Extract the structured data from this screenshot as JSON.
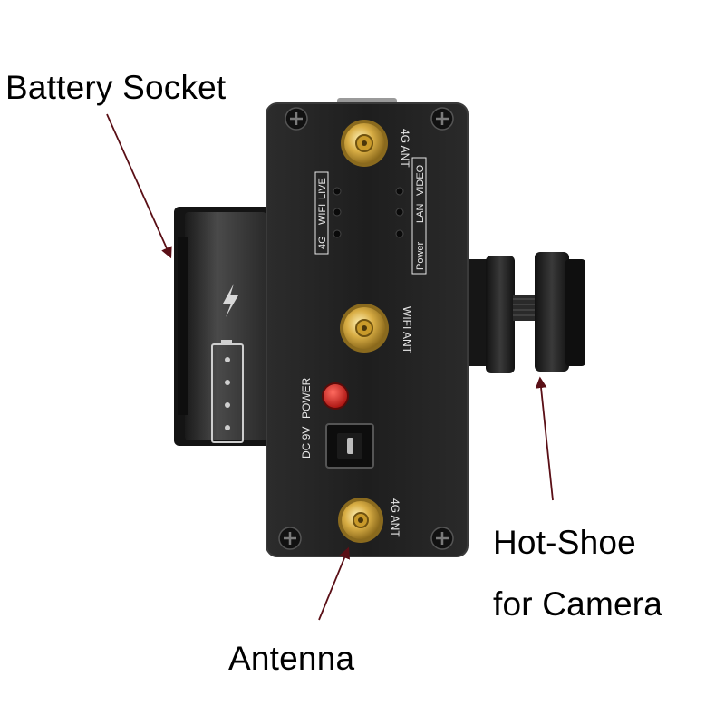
{
  "callouts": {
    "battery_socket": "Battery Socket",
    "hot_shoe_line1": "Hot-Shoe",
    "hot_shoe_line2": "for Camera",
    "antenna": "Antenna"
  },
  "device": {
    "top_connector_label": "4G ANT",
    "middle_connector_label": "WIFI ANT",
    "bottom_connector_label": "4G ANT",
    "led_group_left": [
      "LIVE",
      "WIFI",
      "4G"
    ],
    "led_group_right": [
      "VIDEO",
      "LAN",
      "Power"
    ],
    "power_button_label": "POWER",
    "dc_input_label": "DC 9V"
  },
  "colors": {
    "body": "#1f1f1f",
    "body_edge": "#3a3a3a",
    "gold_connector": "#d4a93c",
    "power_button": "#d2231f",
    "arrow": "#5a0f16"
  }
}
